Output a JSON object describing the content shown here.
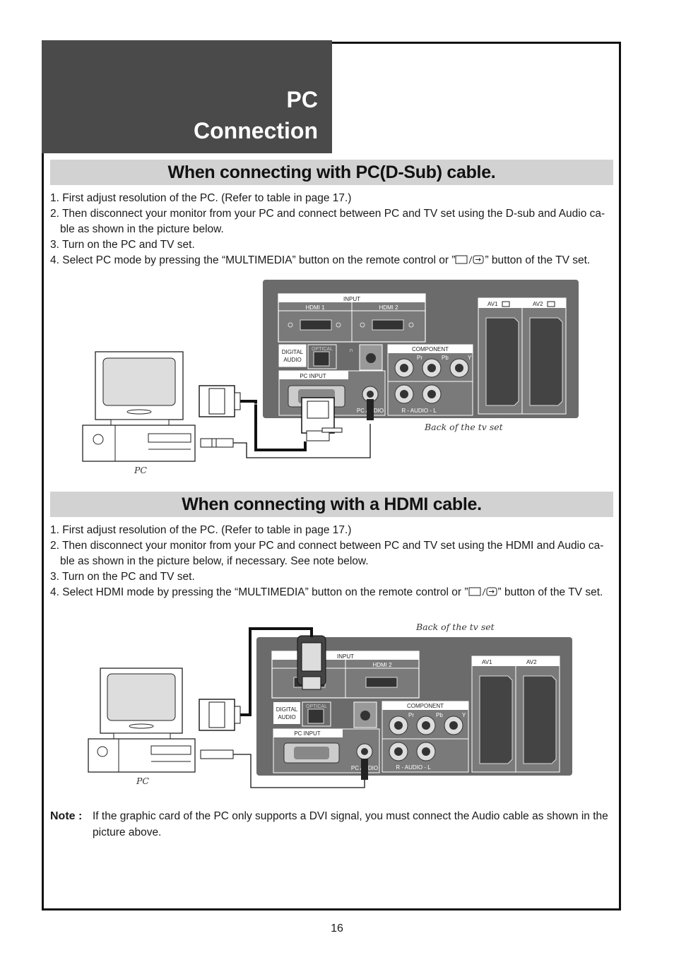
{
  "page": {
    "title_line1": "PC",
    "title_line2": "Connection",
    "page_number": "16"
  },
  "section1": {
    "heading": "When connecting with PC(D-Sub) cable.",
    "step1": "1. First adjust resolution of the PC. (Refer to table in page 17.)",
    "step2": "2. Then disconnect your monitor from your PC and connect between PC and TV set using the D-sub and Audio ca- ble as shown in the picture below.",
    "step3": "3. Turn on the PC and TV set.",
    "step4_pre": "4. Select PC mode by pressing the “MULTIMEDIA” button on the remote control or ”",
    "step4_post": "” button of the TV set.",
    "caption_tv": "Back of the tv set",
    "caption_pc": "PC"
  },
  "section2": {
    "heading": "When connecting with a HDMI cable.",
    "step1": "1. First adjust resolution of the PC. (Refer to table in page 17.)",
    "step2": "2. Then disconnect your monitor from your PC and connect between PC and TV set using the HDMI and Audio ca- ble as shown in the picture below, if necessary. See note below.",
    "step3": "3. Turn on the PC and TV set.",
    "step4_pre": "4. Select HDMI mode by pressing the “MULTIMEDIA” button on the remote control or ”",
    "step4_post": "” button of the TV set.",
    "caption_tv": "Back of the tv set",
    "caption_pc": "PC"
  },
  "panel_labels": {
    "input": "INPUT",
    "hdmi1": "HDMI 1",
    "hdmi2": "HDMI 2",
    "av1": "AV1",
    "av2": "AV2",
    "digital_audio_1": "DIGITAL",
    "digital_audio_2": "AUDIO",
    "optical": "OPTICAL",
    "component": "COMPONENT",
    "pr": "Pr",
    "pb": "Pb",
    "y": "Y",
    "pc_input": "PC INPUT",
    "pc_audio": "PC AUDIO",
    "audio_lr": "R - AUDIO - L"
  },
  "note": {
    "label": "Note :",
    "text": "If the graphic card of the PC only supports a DVI signal, you must connect the Audio cable as shown in the picture above."
  },
  "colors": {
    "title_bg": "#4a4a4a",
    "section_bar": "#d2d2d2",
    "panel_bg": "#6b6b6b"
  },
  "icons": [
    "tv-source-icon",
    "input-arrow-icon"
  ]
}
